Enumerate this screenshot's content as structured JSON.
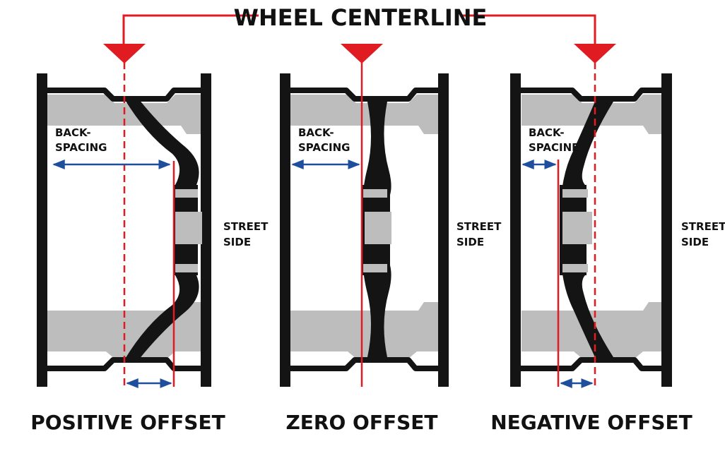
{
  "title": "WHEEL CENTERLINE",
  "colors": {
    "centerline": "#e11b22",
    "arrow": "#1f4e9c",
    "rim": "#141414",
    "fill": "#bdbdbd"
  },
  "panels": [
    {
      "caption": "POSITIVE OFFSET",
      "backspacing_label": [
        "BACK-",
        "SPACING"
      ],
      "street_side_label": [
        "STREET",
        "SIDE"
      ]
    },
    {
      "caption": "ZERO OFFSET",
      "backspacing_label": [
        "BACK-",
        "SPACING"
      ],
      "street_side_label": [
        "STREET",
        "SIDE"
      ]
    },
    {
      "caption": "NEGATIVE OFFSET",
      "backspacing_label": [
        "BACK-",
        "SPACINE"
      ],
      "street_side_label": [
        "STREET",
        "SIDE"
      ]
    }
  ]
}
